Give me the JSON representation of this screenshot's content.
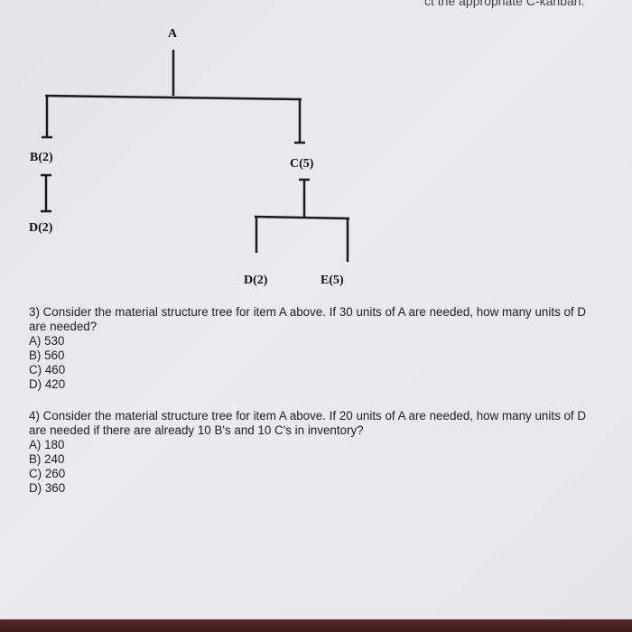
{
  "header_cut": "ct the appropriate C-kanban.",
  "tree": {
    "root": "A",
    "b": "B(2)",
    "c": "C(5)",
    "d_left": "D(2)",
    "d_right": "D(2)",
    "e": "E(5)"
  },
  "q3": {
    "line1": "3) Consider the material structure tree for item A above. If 30 units of A are needed, how many units of D",
    "line2": "are needed?",
    "options": [
      "A) 530",
      "B) 560",
      "C) 460",
      "D) 420"
    ]
  },
  "q4": {
    "line1": "4) Consider the material structure tree for item A above. If 20 units of A are needed, how many units of D",
    "line2": "are needed if there are already 10 B's and 10 C's in inventory?",
    "options": [
      "A) 180",
      "B) 240",
      "C) 260",
      "D) 360"
    ]
  }
}
